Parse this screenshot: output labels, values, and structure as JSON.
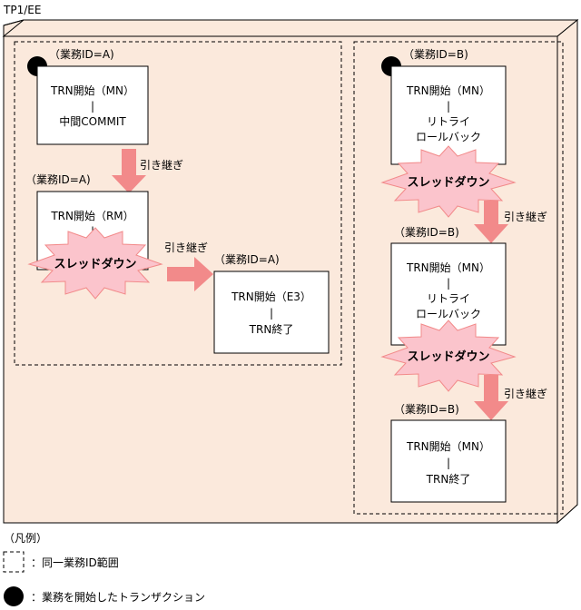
{
  "title": "TP1/EE",
  "colors": {
    "panel_fill": "#fbe9dc",
    "arrow_fill": "#f28a8a",
    "burst_fill": "#fbc4cc",
    "burst_stroke": "#f28a8a",
    "dark": "#000000"
  },
  "groups": {
    "a": {
      "label": "（業務ID=A)"
    },
    "b": {
      "label": "（業務ID=B)"
    }
  },
  "boxes": {
    "a1": {
      "label": "（業務ID=A)",
      "lines": [
        "TRN開始（MN）",
        "|",
        "中間COMMIT"
      ]
    },
    "a2": {
      "label": "（業務ID=A)",
      "lines": [
        "TRN開始（RM）",
        "|"
      ]
    },
    "a3": {
      "label": "（業務ID=A)",
      "lines": [
        "TRN開始（E3）",
        "|",
        "TRN終了"
      ]
    },
    "b1": {
      "label": "（業務ID=B)",
      "lines": [
        "TRN開始（MN）",
        "|",
        "リトライ",
        "ロールバック"
      ]
    },
    "b2": {
      "label": "（業務ID=B)",
      "lines": [
        "TRN開始（MN）",
        "|",
        "リトライ",
        "ロールバック"
      ]
    },
    "b3": {
      "label": "（業務ID=B)",
      "lines": [
        "TRN開始（MN）",
        "|",
        "TRN終了"
      ]
    }
  },
  "arrow_label": "引き継ぎ",
  "thread_down": "スレッドダウン",
  "legend": {
    "title": "（凡例）",
    "dashed_label": "：同一業務ID範囲",
    "dot_label": "：業務を開始したトランザクション"
  }
}
